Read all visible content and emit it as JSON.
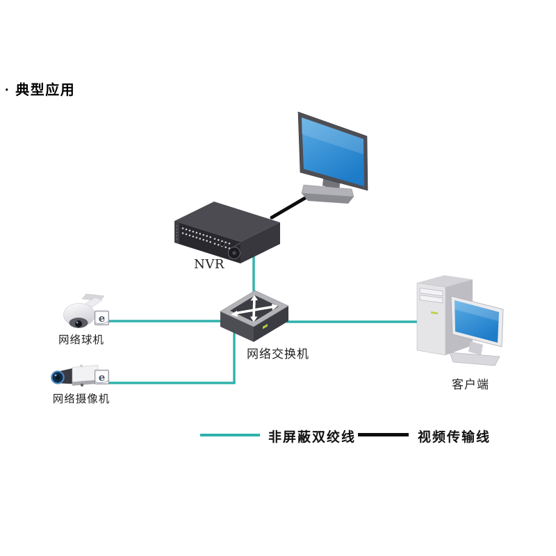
{
  "page": {
    "heading": "· 典型应用"
  },
  "colors": {
    "utp_line": "#2FB2AB",
    "video_line": "#0D0D0D",
    "screen_blue": "#1E7CC9",
    "screen_blue_light": "#5AACE4"
  },
  "devices": {
    "nvr": {
      "label": "NVR"
    },
    "switch": {
      "label": "网络交换机"
    },
    "ptz_camera": {
      "label": "网络球机",
      "badge": "e"
    },
    "box_camera": {
      "label": "网络摄像机",
      "badge": "e"
    },
    "client": {
      "label": "客户端"
    }
  },
  "legend": {
    "items": [
      {
        "label": "非屏蔽双绞线",
        "color": "#2FB2AB"
      },
      {
        "label": "视频传输线",
        "color": "#0D0D0D"
      }
    ]
  },
  "connections": [
    {
      "from": "ptz_camera",
      "to": "switch",
      "type": "utp"
    },
    {
      "from": "box_camera",
      "to": "switch",
      "type": "utp"
    },
    {
      "from": "nvr",
      "to": "switch",
      "type": "utp"
    },
    {
      "from": "switch",
      "to": "client",
      "type": "utp"
    },
    {
      "from": "nvr",
      "to": "monitor",
      "type": "video"
    }
  ]
}
